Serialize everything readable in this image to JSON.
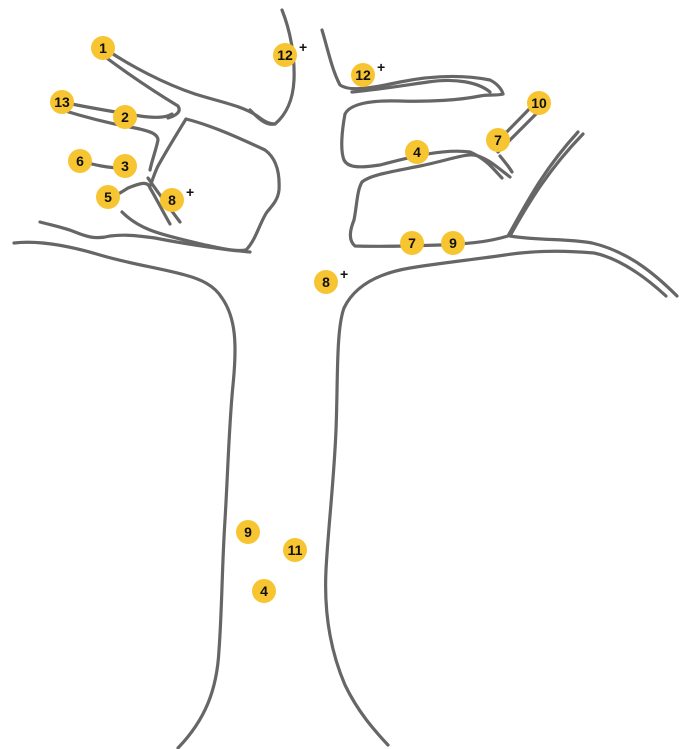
{
  "colors": {
    "outline": "#666666",
    "badge_fill": "#f7c531",
    "text": "#111111"
  },
  "markers": [
    {
      "id": "m1",
      "label": "1",
      "plus": false
    },
    {
      "id": "m13",
      "label": "13",
      "plus": false
    },
    {
      "id": "m2",
      "label": "2",
      "plus": false
    },
    {
      "id": "m6",
      "label": "6",
      "plus": false
    },
    {
      "id": "m3",
      "label": "3",
      "plus": false
    },
    {
      "id": "m5",
      "label": "5",
      "plus": false
    },
    {
      "id": "m8a",
      "label": "8",
      "plus": true
    },
    {
      "id": "m12a",
      "label": "12",
      "plus": true
    },
    {
      "id": "m12b",
      "label": "12",
      "plus": true
    },
    {
      "id": "m10",
      "label": "10",
      "plus": false
    },
    {
      "id": "m7a",
      "label": "7",
      "plus": false
    },
    {
      "id": "m4a",
      "label": "4",
      "plus": false
    },
    {
      "id": "m7b",
      "label": "7",
      "plus": false
    },
    {
      "id": "m9a",
      "label": "9",
      "plus": false
    },
    {
      "id": "m8b",
      "label": "8",
      "plus": true
    },
    {
      "id": "m9b",
      "label": "9",
      "plus": false
    },
    {
      "id": "m11",
      "label": "11",
      "plus": false
    },
    {
      "id": "m4b",
      "label": "4",
      "plus": false
    }
  ],
  "plus_symbol": "+"
}
